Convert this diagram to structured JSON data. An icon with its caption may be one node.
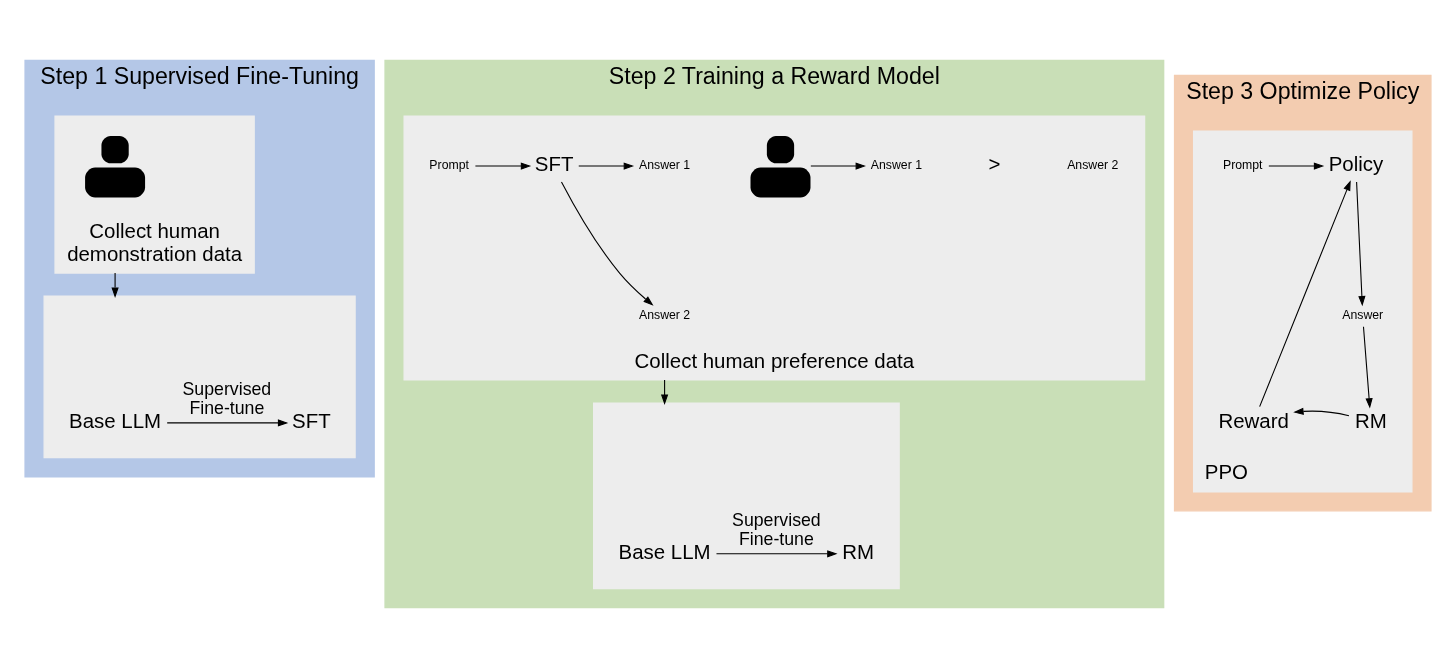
{
  "diagram": {
    "nodes": [
      {
        "text": [
          "Step 1 Supervised Fine-Tuning"
        ]
      },
      {
        "text": [
          "Collect human demonstration data"
        ],
        "in": 0
      },
      {
        "text": [],
        "shape": "person",
        "in": 1
      },
      {
        "text": [],
        "shape": "box",
        "in": 0
      },
      {
        "text": [
          "Base LLM"
        ],
        "in": 3
      },
      {
        "text": [
          "SFT"
        ],
        "in": 3
      },
      {
        "text": [
          "Step 2 Training a Reward Model"
        ]
      },
      {
        "text": [
          "Collect human preference data"
        ],
        "in": 6
      },
      {
        "text": [
          "Prompt"
        ],
        "in": 7
      },
      {
        "text": [
          "SFT"
        ],
        "in": 7
      },
      {
        "text": [
          "Answer 1"
        ],
        "in": 7
      },
      {
        "text": [
          "Answer 2"
        ],
        "in": 7
      },
      {
        "text": [],
        "shape": "person",
        "in": 7
      },
      {
        "text": [
          "Answer 1"
        ],
        "in": 7
      },
      {
        "text": [
          "Answer 2"
        ],
        "in": 7
      },
      {
        "text": [],
        "shape": "box",
        "in": 6
      },
      {
        "text": [
          "Base LLM"
        ],
        "in": 15
      },
      {
        "text": [
          "RM"
        ],
        "in": 15
      },
      {
        "text": [
          "Step 3 Optimize Policy"
        ]
      },
      {
        "text": [
          "PPO"
        ],
        "in": 18
      },
      {
        "text": [
          "Prompt"
        ],
        "in": 19
      },
      {
        "text": [
          "Policy"
        ],
        "in": 19
      },
      {
        "text": [
          "Answer"
        ],
        "in": 19
      },
      {
        "text": [
          "Reward"
        ],
        "in": 19
      },
      {
        "text": [
          "RM"
        ],
        "in": 19
      }
    ],
    "edges": [
      {
        "from": 1,
        "to": 3,
        "arrow": "to"
      },
      {
        "from": 4,
        "to": 5,
        "arrow": "to",
        "label": "Supervised Fine-tune"
      },
      {
        "from": 8,
        "to": 9,
        "arrow": "to"
      },
      {
        "from": 9,
        "to": 10,
        "arrow": "to"
      },
      {
        "from": 9,
        "to": 11,
        "arrow": "to"
      },
      {
        "from": 12,
        "to": 13,
        "arrow": "to"
      },
      {
        "from": 7,
        "to": 15,
        "arrow": "to"
      },
      {
        "from": 16,
        "to": 17,
        "arrow": "to",
        "label": "Supervised Fine-tune"
      },
      {
        "from": 20,
        "to": 21,
        "arrow": "to"
      },
      {
        "from": 21,
        "to": 22,
        "arrow": "to"
      },
      {
        "from": 22,
        "to": 24,
        "arrow": "to"
      },
      {
        "from": 24,
        "to": 23,
        "arrow": "to"
      },
      {
        "from": 23,
        "to": 21,
        "arrow": "to"
      }
    ],
    "labels": [
      ">"
    ]
  }
}
